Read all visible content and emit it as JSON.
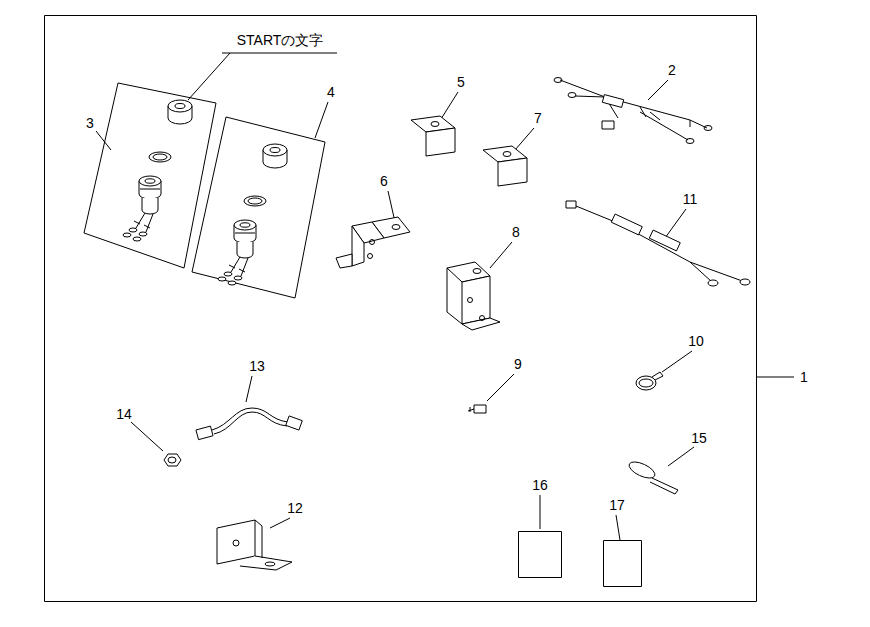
{
  "diagram": {
    "labels": [
      "STARTの文字",
      "3",
      "4",
      "5",
      "2",
      "7",
      "6",
      "11",
      "8",
      "9",
      "10",
      "1",
      "13",
      "14",
      "15",
      "16",
      "17",
      "12"
    ]
  }
}
